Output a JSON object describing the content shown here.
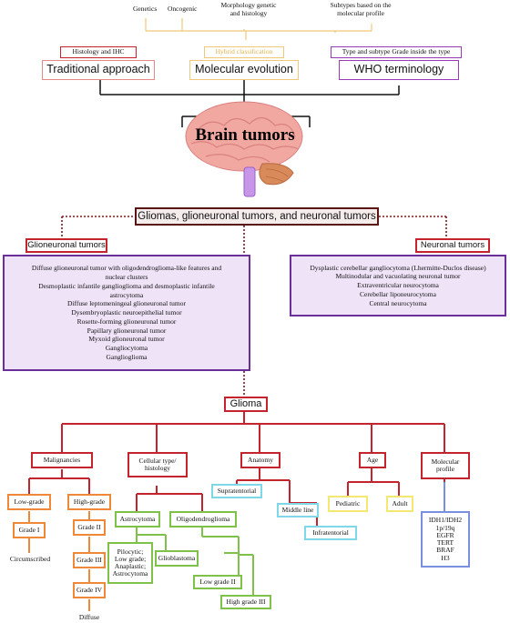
{
  "top_labels": {
    "genetics": "Genetics",
    "oncogenic": "Oncogenic",
    "morphology": "Morphology genetic and histology",
    "subtypes": "Subtypes based on the molecular profile"
  },
  "approaches": {
    "traditional": {
      "tag": "Histology and IHC",
      "title": "Traditional approach"
    },
    "molecular": {
      "tag": "Hybrid classification",
      "title": "Molecular evolution"
    },
    "who": {
      "tag": "Type and subtype Grade inside the type",
      "title": "WHO terminology"
    }
  },
  "brain_title": "Brain tumors",
  "main_category": "Gliomas, glioneuronal tumors, and neuronal tumors",
  "glioneuronal": {
    "title": "Glioneuronal tumors",
    "items": [
      "Diffuse glioneuronal tumor with oligodendroglioma-like features and",
      "nuclear clusters",
      "Desmoplastic infantile ganglioglioma and desmoplastic infantile",
      "astrocytoma",
      "Diffuse leptomeningeal glioneuronal tumor",
      "Dysembryoplastic neuroepithelial tumor",
      "Rosette-forming glioneuronal tumor",
      "Papillary glioneuronal tumor",
      "Myxoid glioneuronal tumor",
      "Gangliocytoma",
      "Ganglioglioma"
    ]
  },
  "neuronal": {
    "title": "Neuronal tumors",
    "items": [
      "Dysplastic cerebellar gangliocytoma (Lhermitte-Duclos disease)",
      "Multinodular and vacuolating neuronal tumor",
      "Extraventricular neurocytoma",
      "Cerebellar liponeurocytoma",
      "Central neurocytoma"
    ]
  },
  "glioma": "Glioma",
  "categories": {
    "malignancies": "Malignancies",
    "cellular": "Cellular type/ histology",
    "anatomy": "Anatomy",
    "age": "Age",
    "molecular": "Molecular profile"
  },
  "malignancy": {
    "low": "Low-grade",
    "high": "High-grade",
    "grade1": "Grade I",
    "grade2": "Grade II",
    "grade3": "Grade III",
    "grade4": "Grade IV",
    "circumscribed": "Circumscribed",
    "diffuse": "Diffuse"
  },
  "cellular": {
    "astro": "Astrocytoma",
    "oligo": "Oligodendroglioma",
    "astro_types": "Pilocytic; Low grade; Anaplastic; Astrocytoma",
    "glioblastoma": "Glioblastoma",
    "low2": "Low grade II",
    "high3": "High grade III"
  },
  "anatomy": {
    "supra": "Supratentorial",
    "middle": "Middle line",
    "infra": "Infratentorial"
  },
  "age": {
    "pediatric": "Pediatric",
    "adult": "Adult"
  },
  "molecular": [
    "IDH1/IDH2",
    "1p/19q",
    "EGFR",
    "TERT",
    "BRAF",
    "H3"
  ],
  "colors": {
    "red": "#c4242d",
    "dark_red": "#7a1a1a",
    "orange": "#f0883a",
    "green": "#7fc24a",
    "cyan": "#7fd8e8",
    "yellow": "#f4e870",
    "blue": "#7a8fe0",
    "purple": "#6b2f9a",
    "tan": "#f0c878"
  }
}
